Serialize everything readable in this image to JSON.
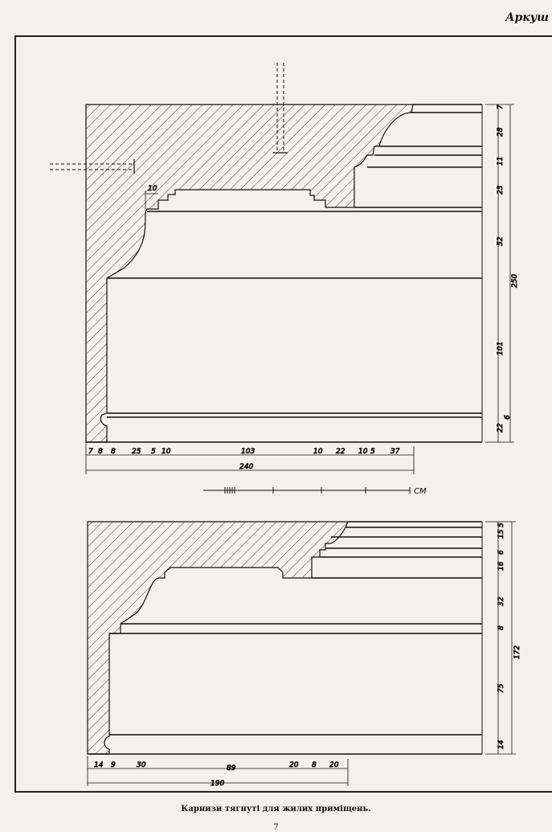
{
  "sheet_label": "Аркуш",
  "caption": "Карнизи тягнуті для жилих приміщень.",
  "page_number": "7",
  "scale_unit": "СМ",
  "cornice_top": {
    "horizontal_dims": [
      "7",
      "8",
      "8",
      "25",
      "5",
      "10",
      "103",
      "10",
      "22",
      "10",
      "5",
      "37"
    ],
    "horizontal_total": "240",
    "vertical_dims": [
      "7",
      "28",
      "11",
      "23",
      "52",
      "101",
      "22",
      "6"
    ],
    "vertical_total": "250",
    "detail_dim": "10"
  },
  "cornice_bottom": {
    "horizontal_dims": [
      "14",
      "9",
      "30",
      "89",
      "20",
      "8",
      "20"
    ],
    "horizontal_total": "190",
    "vertical_dims": [
      "5",
      "15",
      "6",
      "16",
      "32",
      "8",
      "75",
      "14"
    ],
    "vertical_total": "172"
  }
}
